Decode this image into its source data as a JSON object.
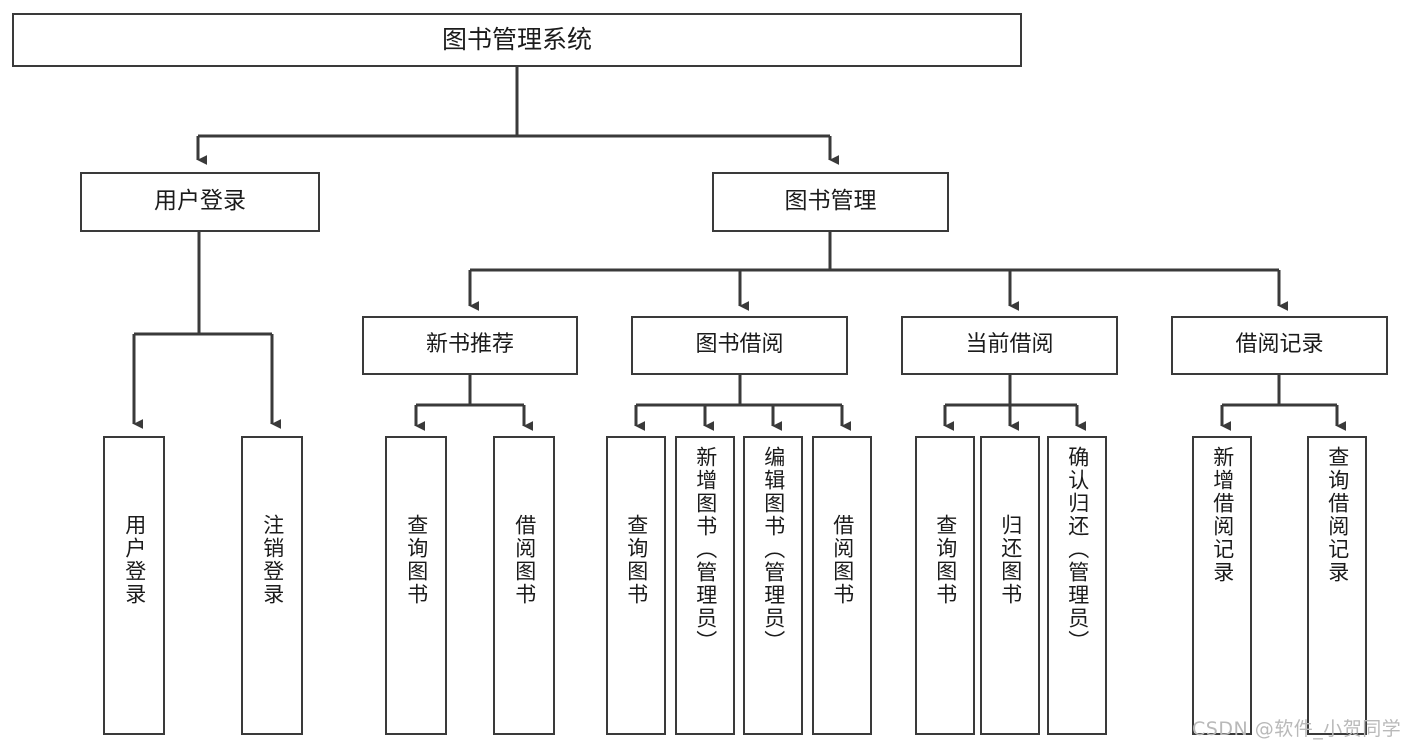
{
  "diagram": {
    "title": "图书管理系统",
    "root": {
      "label": "图书管理系统"
    },
    "level2": [
      {
        "label": "用户登录"
      },
      {
        "label": "图书管理"
      }
    ],
    "level3": [
      {
        "label": "新书推荐"
      },
      {
        "label": "图书借阅"
      },
      {
        "label": "当前借阅"
      },
      {
        "label": "借阅记录"
      }
    ],
    "leaves": {
      "user_login": [
        {
          "label": "用户登录"
        },
        {
          "label": "注销登录"
        }
      ],
      "new_book": [
        {
          "label": "查询图书"
        },
        {
          "label": "借阅图书"
        }
      ],
      "book_borrow": [
        {
          "label": "查询图书"
        },
        {
          "label": "新增图书（管理员）"
        },
        {
          "label": "编辑图书（管理员）"
        },
        {
          "label": "借阅图书"
        }
      ],
      "current_borrow": [
        {
          "label": "查询图书"
        },
        {
          "label": "归还图书"
        },
        {
          "label": "确认归还（管理员）"
        }
      ],
      "borrow_record": [
        {
          "label": "新增借阅记录"
        },
        {
          "label": "查询借阅记录"
        }
      ]
    }
  },
  "watermark": {
    "text": "CSDN @软件_小贺同学"
  },
  "colors": {
    "stroke": "#3a3a3a",
    "text": "#1b1b1b",
    "background": "#ffffff",
    "watermark": "#b9b9b9"
  }
}
